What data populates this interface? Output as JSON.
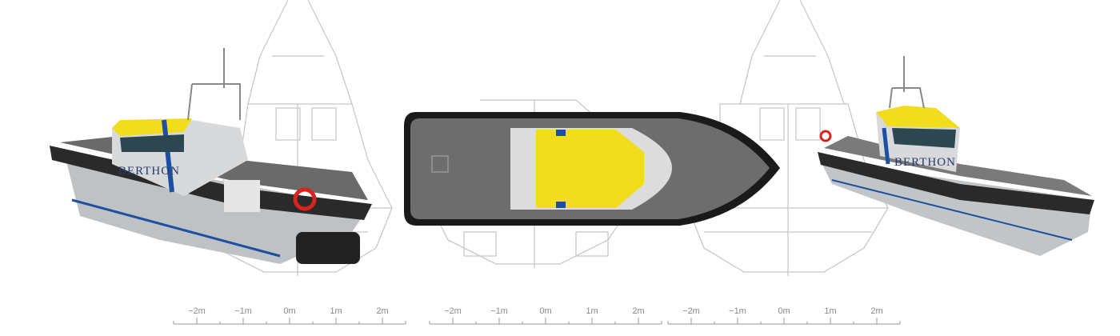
{
  "scale_bars": [
    {
      "labels": [
        "−2m",
        "−1m",
        "0m",
        "1m",
        "2m"
      ]
    },
    {
      "labels": [
        "−2m",
        "−1m",
        "0m",
        "1m",
        "2m"
      ]
    },
    {
      "labels": [
        "−2m",
        "−1m",
        "0m",
        "1m",
        "2m"
      ]
    }
  ],
  "boats": [
    {
      "view": "stern-quarter",
      "logo_text": "BERTHON"
    },
    {
      "view": "plan-top"
    },
    {
      "view": "bow-quarter",
      "logo_text": "BERTHON"
    }
  ],
  "colors": {
    "cabin_roof": "#f2dc1e",
    "stripe": "#1f4fa0",
    "hull": "#c9cbcd",
    "fender": "#2a2a2a",
    "deck": "#6a6a6a",
    "drawing": "#c8c8c8",
    "lifebuoy": "#d8241c"
  }
}
